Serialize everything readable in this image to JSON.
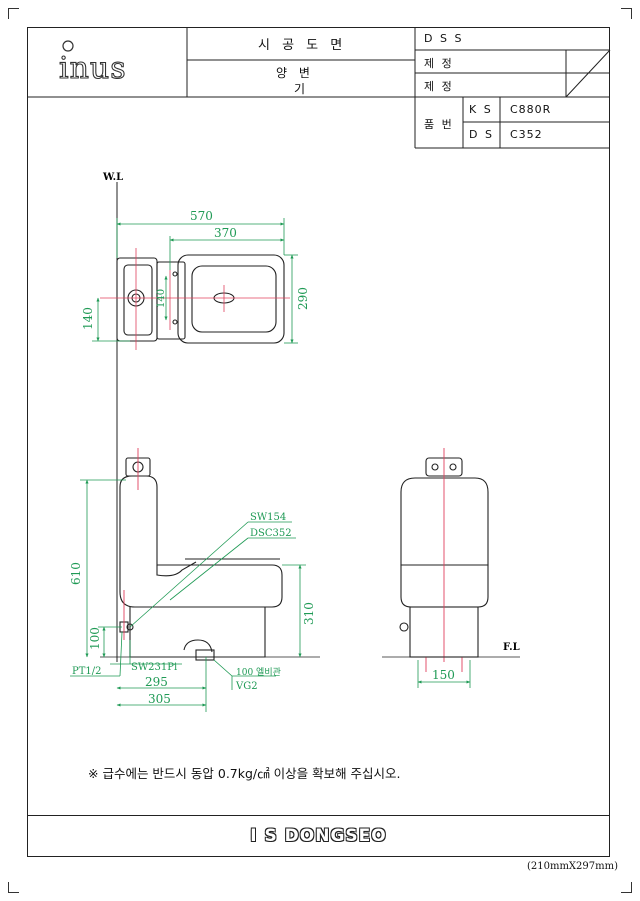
{
  "title_block": {
    "logo_text": "inus",
    "drawing_type": "시 공 도 면",
    "product_name_line1": "양 변",
    "product_name_line2": "기",
    "row_dss": "D S S",
    "row_jeje_1": "제 정",
    "row_jeje_2": "제 정",
    "part_no_label": "품 번",
    "ks_label": "K S",
    "ks_value": "C880R",
    "ds_label": "D S",
    "ds_value": "C352"
  },
  "diagram": {
    "wl_label": "W.L",
    "fl_label": "F.L",
    "dims": {
      "top_width": "570",
      "top_bowl": "370",
      "top_depth": "290",
      "top_side": "140",
      "top_inner": "140",
      "front_height": "610",
      "front_pipe": "100",
      "front_seat": "310",
      "front_base_295": "295",
      "front_base_305": "305",
      "side_base": "150"
    },
    "labels": {
      "sw154": "SW154",
      "dsc352": "DSC352",
      "sw231pi": "SW231Pi",
      "pt12": "PT1/2",
      "drain": "100 엘비관",
      "vg2": "VG2"
    }
  },
  "note": "※ 급수에는 반드시 동압 0.7kg/㎠ 이상을 확보해 주십시오.",
  "footer_brand": "I S DONGSEO",
  "paper_size": "(210mmX297mm)",
  "colors": {
    "dimension": "#1f9a55",
    "center": "#e0405c",
    "ink": "#222222"
  }
}
